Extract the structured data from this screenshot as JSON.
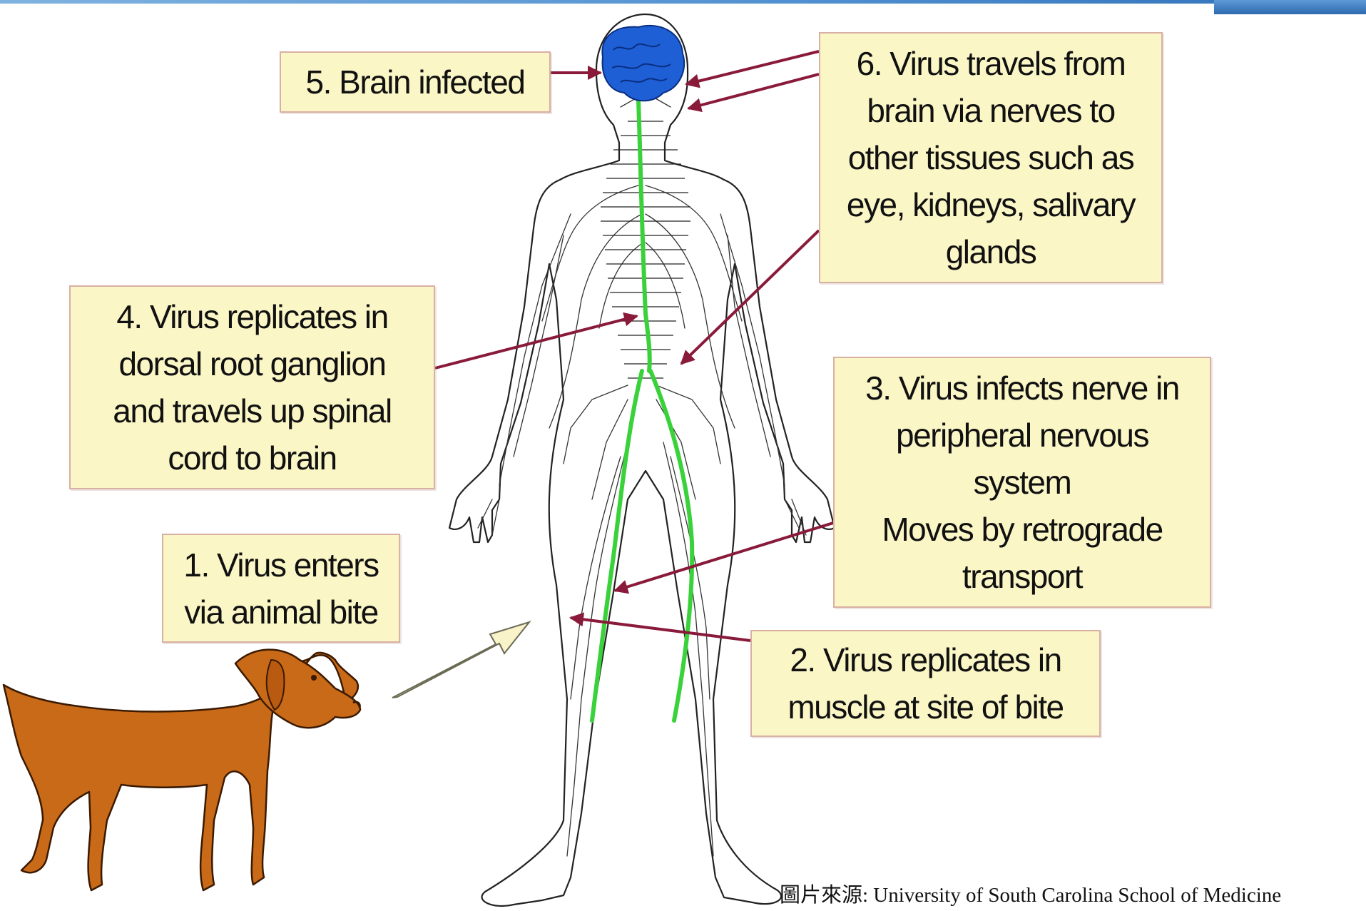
{
  "labels": {
    "brain_infected": "5. Brain  infected",
    "virus_travels_from_brain": [
      "6. Virus travels from",
      "brain via nerves to",
      "other tissues such as",
      "eye, kidneys, salivary",
      "glands"
    ],
    "replicates_dorsal_root": [
      "4. Virus replicates in",
      "dorsal root ganglion",
      "and travels up spinal",
      "cord to brain"
    ],
    "infects_peripheral_nerve": [
      "3. Virus infects nerve in",
      "peripheral nervous",
      "system",
      "Moves by retrograde",
      "transport"
    ],
    "virus_enters": [
      "1. Virus enters",
      "via animal bite"
    ],
    "replicates_muscle": [
      "2. Virus replicates in",
      "muscle at site of bite"
    ]
  },
  "source_credit": "圖片來源:  University of  South Carolina   School of Medicine",
  "colors": {
    "label_fill": "#fbf6c6",
    "label_border": "#d9b0a4",
    "arrow": "#8a1a3a",
    "brain": "#1e5fd6",
    "spinal_cord": "#3ad23a",
    "dog": "#c96a18",
    "bite_arrow_fill": "#f8f3c8"
  },
  "icons": {
    "human_figure": "human-nervous-system-figure",
    "dog": "dog-figure",
    "arrows": "pointer-arrow"
  }
}
